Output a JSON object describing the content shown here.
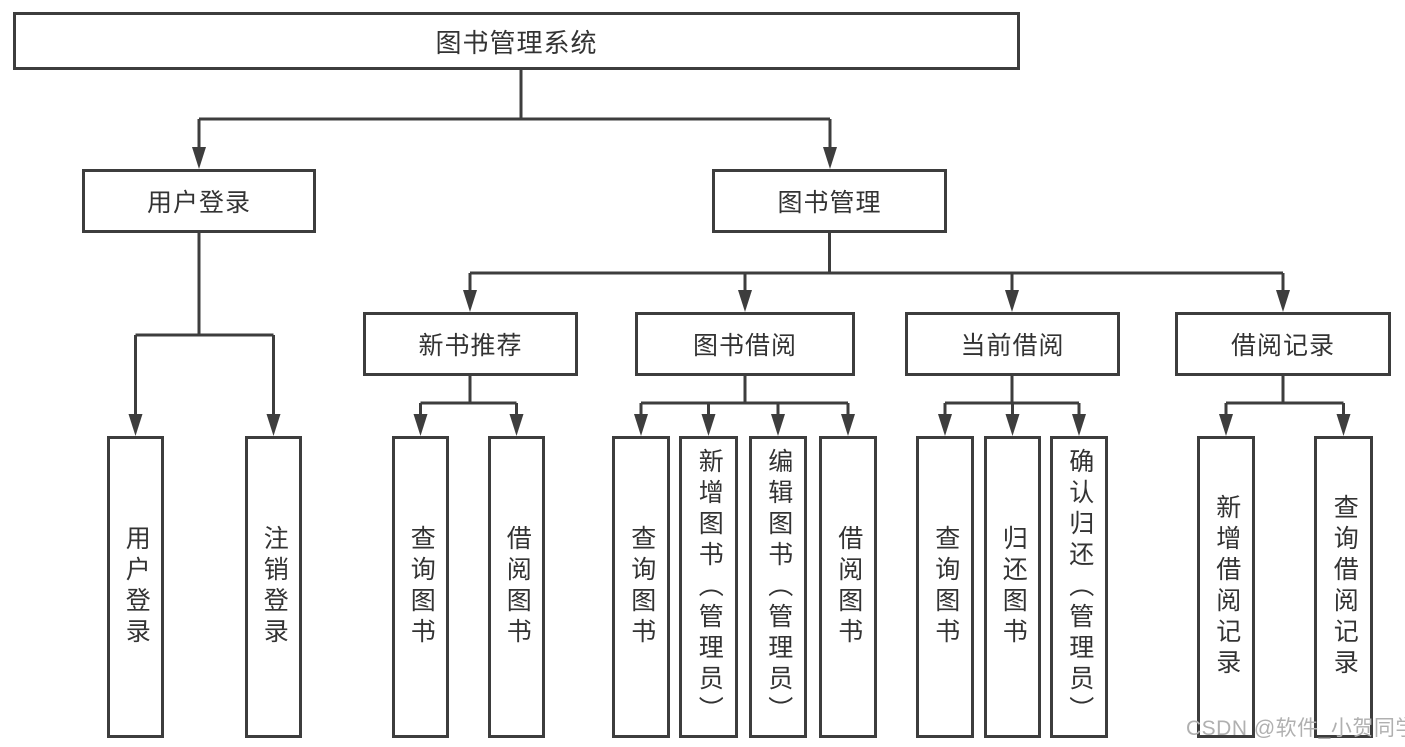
{
  "colors": {
    "line": "#3d3d3d",
    "text": "#333333",
    "box_background": "#ffffff",
    "watermark": "#b0b0b0"
  },
  "tree": {
    "root": "图书管理系统",
    "children": [
      {
        "label": "用户登录",
        "children": [
          "用户登录",
          "注销登录"
        ]
      },
      {
        "label": "图书管理",
        "children": [
          {
            "label": "新书推荐",
            "children": [
              "查询图书",
              "借阅图书"
            ]
          },
          {
            "label": "图书借阅",
            "children": [
              "查询图书",
              "新增图书（管理员）",
              "编辑图书（管理员）",
              "借阅图书"
            ]
          },
          {
            "label": "当前借阅",
            "children": [
              "查询图书",
              "归还图书",
              "确认归还（管理员）"
            ]
          },
          {
            "label": "借阅记录",
            "children": [
              "新增借阅记录",
              "查询借阅记录"
            ]
          }
        ]
      }
    ]
  },
  "watermark": {
    "text": "CSDN @软件_小贺同学"
  }
}
